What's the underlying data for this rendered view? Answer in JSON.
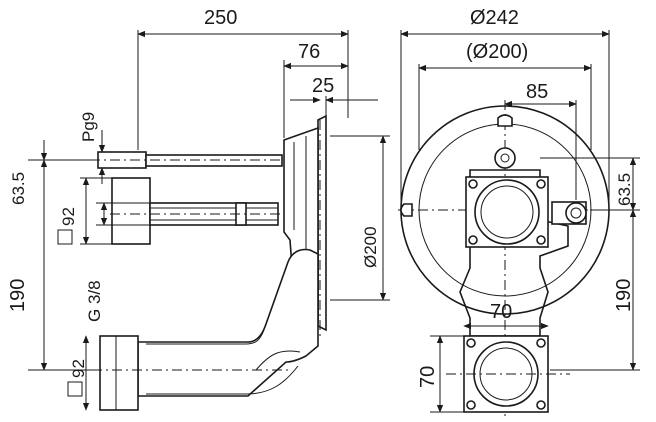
{
  "drawing": {
    "labels": {
      "overall_length": "250",
      "flange_depth": "76",
      "flange_thickness": "25",
      "pg_fitting": "Pg9",
      "offset_top": "63.5",
      "square_top": "92",
      "spacing_left": "190",
      "thread": "G 3/8",
      "square_bottom": "92",
      "flange_diameter": "Ø200",
      "outer_diameter": "Ø242",
      "inner_diameter": "(Ø200)",
      "lateral_offset": "85",
      "offset_right": "63.5",
      "spacing_right": "190",
      "bottom_width": "70",
      "bottom_height": "70"
    }
  }
}
